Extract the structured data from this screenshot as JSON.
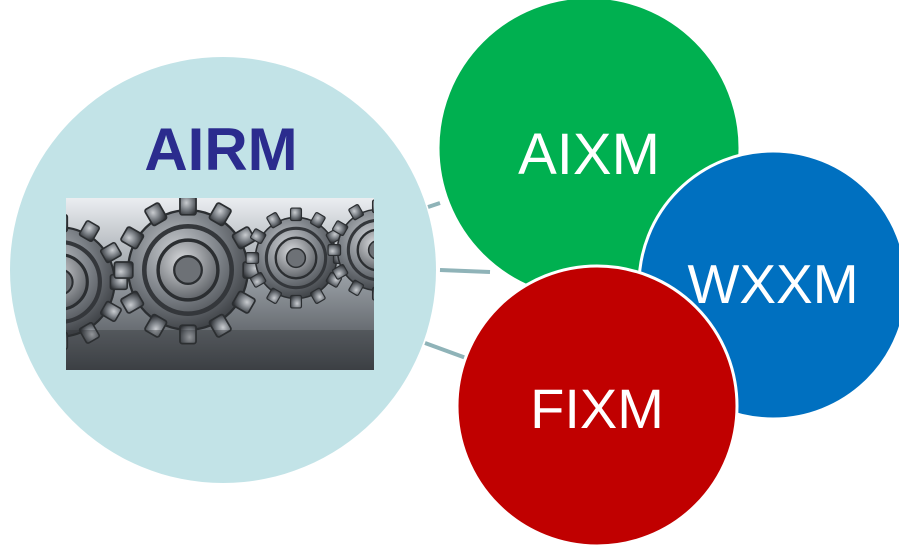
{
  "hub": {
    "label": "AIRM",
    "label_color": "#2b2c8e",
    "fill": "#c2e3e7",
    "image": "gears-photo"
  },
  "nodes": [
    {
      "label": "AIXM",
      "fill": "#00b050"
    },
    {
      "label": "WXXM",
      "fill": "#0070c0"
    },
    {
      "label": "FIXM",
      "fill": "#c00000"
    }
  ],
  "connector_color": "#8fb3b8",
  "node_text_color": "#ffffff"
}
